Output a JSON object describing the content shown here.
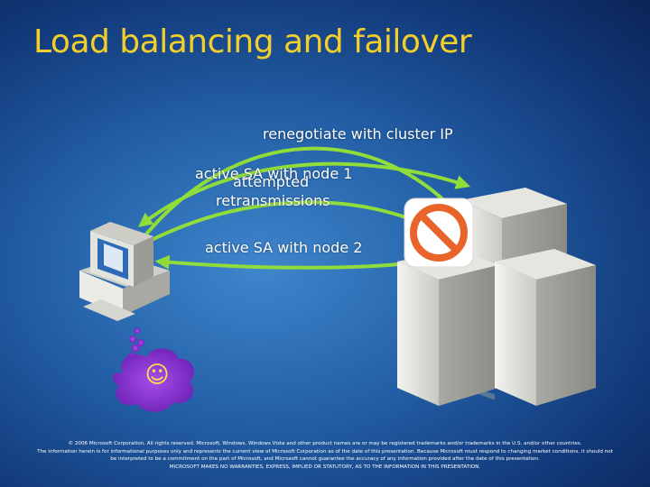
{
  "slide": {
    "title": "Load balancing and failover",
    "colors": {
      "background": "#2a6bb3",
      "title": "#f3cf2a",
      "arrow": "#8fdc3a",
      "blocked": "#e8642a"
    }
  },
  "labels": {
    "renegotiate": "renegotiate with cluster IP",
    "active_sa_1": "active SA with node 1",
    "attempted": "attempted",
    "retransmissions": "retransmissions",
    "active_sa_2": "active SA with node 2"
  },
  "icons": {
    "client": "desktop-computer-icon",
    "blocked": "prohibited-sign-icon",
    "thought": "thought-bubble-icon",
    "smiley": "☺",
    "cluster": "server-cluster-icon",
    "storage": "shared-storage-icon"
  },
  "footer": {
    "line1": "© 2006 Microsoft Corporation. All rights reserved. Microsoft, Windows, Windows Vista and other product names are or may be registered trademarks and/or trademarks in the U.S. and/or other countries.",
    "line2": "The information herein is for informational purposes only and represents the current view of Microsoft Corporation as of the date of this presentation. Because Microsoft must respond to changing market conditions, it should not",
    "line3": "be interpreted to be a commitment on the part of Microsoft, and Microsoft cannot guarantee the accuracy of any information provided after the date of this presentation.",
    "line4": "MICROSOFT MAKES NO WARRANTIES, EXPRESS, IMPLIED OR STATUTORY, AS TO THE INFORMATION IN THIS PRESENTATION."
  }
}
